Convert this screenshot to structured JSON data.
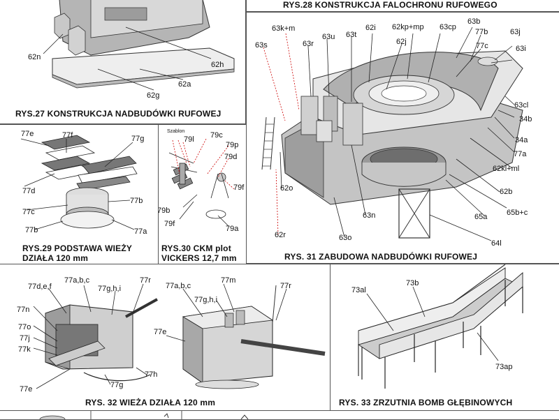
{
  "figures": {
    "rys27": {
      "caption": "RYS.27 KONSTRUKCJA NADBUDÓWKI RUFOWEJ",
      "labels": [
        "62n",
        "62h",
        "62a",
        "62g"
      ]
    },
    "rys28": {
      "caption": "RYS.28 KONSTRUKCJA FALOCHRONU RUFOWEGO"
    },
    "rys29": {
      "caption_line1": "RYS.29 PODSTAWA WIEŻY",
      "caption_line2": "DZIAŁA 120 mm",
      "labels": [
        "77e",
        "77f",
        "77g",
        "77d",
        "77c",
        "77b",
        "77b",
        "77a"
      ]
    },
    "rys30": {
      "caption_line1": "RYS.30 CKM plot",
      "caption_line2": "VICKERS 12,7 mm",
      "labels": [
        "Szablon",
        "79l",
        "79c",
        "79p",
        "79d",
        "79f",
        "79b",
        "79f",
        "79a"
      ]
    },
    "rys31": {
      "caption": "RYS. 31 ZABUDOWA NADBUDÓWKI RUFOWEJ",
      "labels": [
        "63k+m",
        "63s",
        "63r",
        "63u",
        "63t",
        "62i",
        "62kp+mp",
        "63cp",
        "63b",
        "77b",
        "62j",
        "77c",
        "63j",
        "63i",
        "63cl",
        "34b",
        "34a",
        "77a",
        "62kl+ml",
        "62b",
        "65b+c",
        "65a",
        "64l",
        "62o",
        "63n",
        "62r",
        "63o"
      ]
    },
    "rys32": {
      "caption": "RYS. 32 WIEŻA DZIAŁA 120 mm",
      "labels": [
        "77d,e,f",
        "77a,b,c",
        "77g,h,i",
        "77r",
        "77n",
        "77o",
        "77j",
        "77k",
        "77e",
        "77g",
        "77h",
        "77a,b,c",
        "77m",
        "77r",
        "77g,h,i",
        "77e"
      ]
    },
    "rys33": {
      "caption": "RYS. 33 ZRZUTNIA BOMB GŁĘBINOWYCH",
      "labels": [
        "73al",
        "73b",
        "73ap"
      ]
    }
  }
}
